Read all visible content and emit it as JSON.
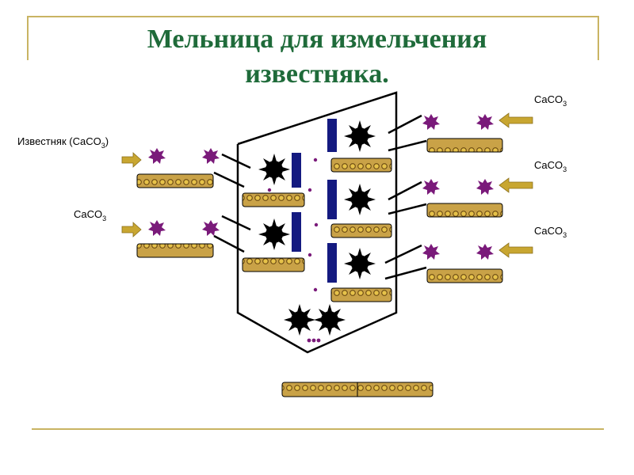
{
  "title": {
    "line1": "Мельница для измельчения",
    "line2": "известняка."
  },
  "labels": {
    "limestone_input": "Известняк (CaCO",
    "limestone_input_sub": "3",
    "limestone_input_tail": ")",
    "caco3": "CaCO",
    "caco3_sub": "3"
  },
  "icons": {
    "arrow": "feed-arrow-icon",
    "crystal": "limestone-crystal-icon",
    "crusher": "crusher-wheel-icon",
    "belt": "conveyor-belt-icon",
    "plate": "impact-plate-icon"
  },
  "colors": {
    "title": "#1f6b3a",
    "frame": "#c9b463",
    "arrow": "#c8a631",
    "belt": "#c9a247",
    "crystal": "#7a1a7a",
    "plate": "#141a80"
  }
}
